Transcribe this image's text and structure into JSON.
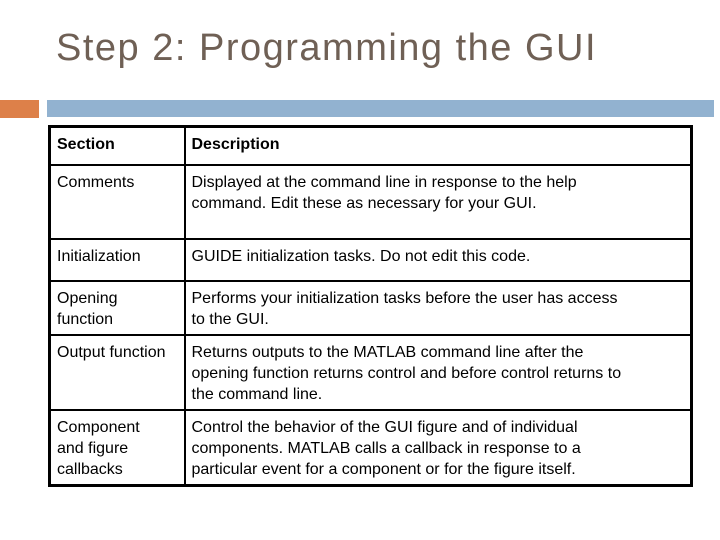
{
  "slide": {
    "title": "Step 2: Programming the GUI"
  },
  "theme": {
    "background": "#FFFFFF",
    "title_color": "#6F6055",
    "accent_orange": "#DD8049",
    "accent_blue": "#92B2D0",
    "table_border_color": "#000000",
    "table_text_color": "#000000"
  },
  "table": {
    "headers": [
      "Section",
      "Description"
    ],
    "rows": [
      {
        "section": "Comments",
        "description": "Displayed at the command line in response to the help command. Edit these as necessary for your GUI."
      },
      {
        "section": "Initialization",
        "description": "GUIDE initialization tasks. Do not edit this code."
      },
      {
        "section": "Opening function",
        "description": "Performs your initialization tasks before the user has access to the GUI."
      },
      {
        "section": "Output function",
        "description": "Returns outputs to the MATLAB command line after the opening function returns control and before control returns to the command line."
      },
      {
        "section": "Component and figure callbacks",
        "description": "Control the behavior of the GUI figure and of individual components. MATLAB calls a callback in response to a particular event for a component or for the figure itself."
      }
    ]
  }
}
